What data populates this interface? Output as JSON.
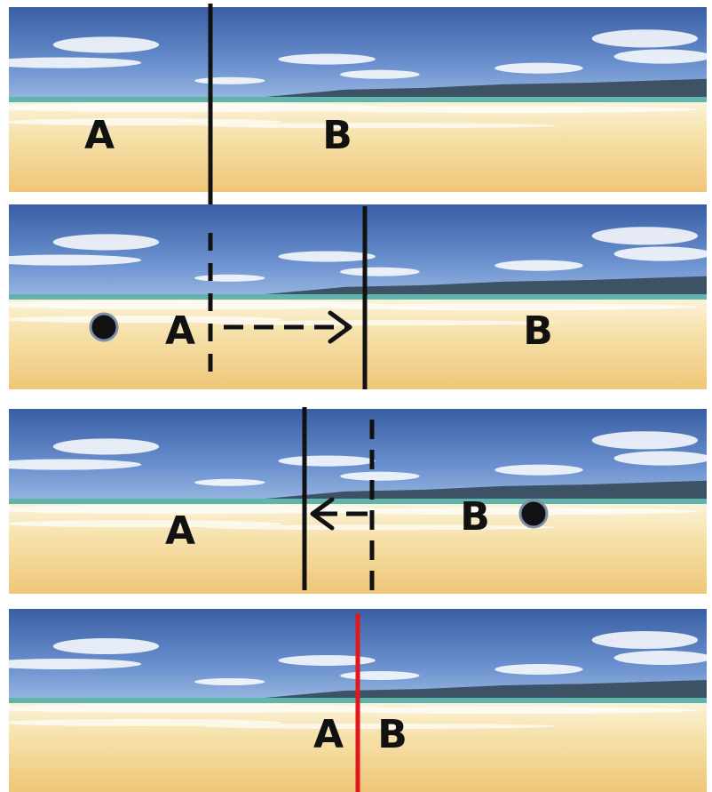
{
  "panels": [
    {
      "id": "initial",
      "labels": [
        "A",
        "B"
      ]
    },
    {
      "id": "shift-right",
      "labels": [
        "A",
        "B"
      ]
    },
    {
      "id": "shift-left",
      "labels": [
        "A",
        "B"
      ]
    },
    {
      "id": "final",
      "labels": [
        "A",
        "B"
      ]
    }
  ],
  "colors": {
    "boundary": "#111111",
    "final_boundary": "#e0181c",
    "sky_top": "#3f63a8",
    "sky_bottom": "#8fb1dc",
    "sea": "#5fb5ad",
    "sand_light": "#fbf3d6",
    "sand": "#f4d793",
    "sand_dark": "#eec577",
    "marker": "#111111",
    "marker_ring": "#7f8fa8"
  },
  "icons": [
    "reference-dot-icon",
    "arrow-right-icon",
    "arrow-left-icon"
  ]
}
